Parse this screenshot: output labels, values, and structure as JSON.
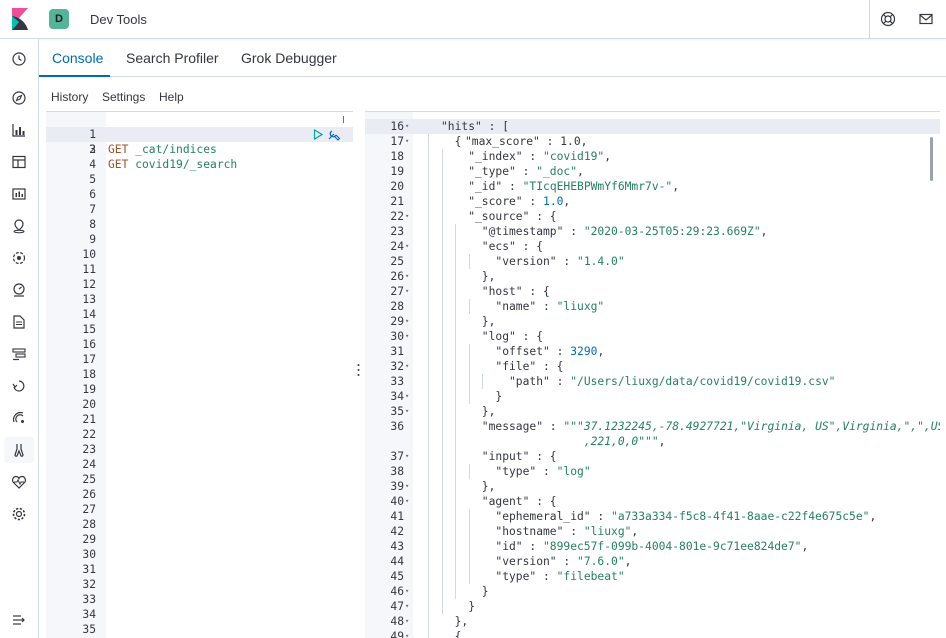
{
  "app": {
    "title": "Dev Tools",
    "space_badge": "D"
  },
  "tabs": [
    {
      "label": "Console",
      "active": true
    },
    {
      "label": "Search Profiler",
      "active": false
    },
    {
      "label": "Grok Debugger",
      "active": false
    }
  ],
  "subnav": {
    "history": "History",
    "settings": "Settings",
    "help": "Help"
  },
  "nav_icons": [
    "clock-icon",
    "compass-icon",
    "visualize-icon",
    "dashboard-icon",
    "canvas-icon",
    "maps-icon",
    "ml-icon",
    "metrics-icon",
    "logs-icon",
    "apm-icon",
    "uptime-icon",
    "siem-icon",
    "dev-tools-icon",
    "monitoring-icon",
    "gear-icon"
  ],
  "editor": {
    "lines": [
      {
        "n": "1",
        "method": "GET",
        "path": " _cat/indices"
      },
      {
        "n": "2",
        "method": "GET",
        "path": " covid19/_search"
      }
    ],
    "empty_lines": [
      "3",
      "4",
      "5",
      "6",
      "7",
      "8",
      "9",
      "10",
      "11",
      "12",
      "13",
      "14",
      "15",
      "16",
      "17",
      "18",
      "19",
      "20",
      "21",
      "22",
      "23",
      "24",
      "25",
      "26",
      "27",
      "28",
      "29",
      "30",
      "31",
      "32",
      "33",
      "34",
      "35"
    ]
  },
  "output": {
    "partial_top": "\"max_score\" : 1.0,",
    "lines": [
      {
        "n": "16",
        "fold": true,
        "indent": 0,
        "parts": [
          [
            "k",
            "\"hits\" : ["
          ]
        ]
      },
      {
        "n": "17",
        "fold": true,
        "indent": 1,
        "parts": [
          [
            "k",
            "{"
          ]
        ]
      },
      {
        "n": "18",
        "fold": false,
        "indent": 2,
        "parts": [
          [
            "k",
            "\"_index\" : "
          ],
          [
            "s",
            "\"covid19\""
          ],
          [
            "k",
            ","
          ]
        ]
      },
      {
        "n": "19",
        "fold": false,
        "indent": 2,
        "parts": [
          [
            "k",
            "\"_type\" : "
          ],
          [
            "s",
            "\"_doc\""
          ],
          [
            "k",
            ","
          ]
        ]
      },
      {
        "n": "20",
        "fold": false,
        "indent": 2,
        "parts": [
          [
            "k",
            "\"_id\" : "
          ],
          [
            "s",
            "\"TIcqEHEBPWmYf6Mmr7v-\""
          ],
          [
            "k",
            ","
          ]
        ]
      },
      {
        "n": "21",
        "fold": false,
        "indent": 2,
        "parts": [
          [
            "k",
            "\"_score\" : "
          ],
          [
            "n",
            "1.0"
          ],
          [
            "k",
            ","
          ]
        ]
      },
      {
        "n": "22",
        "fold": true,
        "indent": 2,
        "parts": [
          [
            "k",
            "\"_source\" : {"
          ]
        ]
      },
      {
        "n": "23",
        "fold": false,
        "indent": 3,
        "parts": [
          [
            "k",
            "\"@timestamp\" : "
          ],
          [
            "s",
            "\"2020-03-25T05:29:23.669Z\""
          ],
          [
            "k",
            ","
          ]
        ]
      },
      {
        "n": "24",
        "fold": true,
        "indent": 3,
        "parts": [
          [
            "k",
            "\"ecs\" : {"
          ]
        ]
      },
      {
        "n": "25",
        "fold": false,
        "indent": 4,
        "parts": [
          [
            "k",
            "\"version\" : "
          ],
          [
            "s",
            "\"1.4.0\""
          ]
        ]
      },
      {
        "n": "26",
        "fold": true,
        "indent": 3,
        "parts": [
          [
            "k",
            "},"
          ]
        ]
      },
      {
        "n": "27",
        "fold": true,
        "indent": 3,
        "parts": [
          [
            "k",
            "\"host\" : {"
          ]
        ]
      },
      {
        "n": "28",
        "fold": false,
        "indent": 4,
        "parts": [
          [
            "k",
            "\"name\" : "
          ],
          [
            "s",
            "\"liuxg\""
          ]
        ]
      },
      {
        "n": "29",
        "fold": true,
        "indent": 3,
        "parts": [
          [
            "k",
            "},"
          ]
        ]
      },
      {
        "n": "30",
        "fold": true,
        "indent": 3,
        "parts": [
          [
            "k",
            "\"log\" : {"
          ]
        ]
      },
      {
        "n": "31",
        "fold": false,
        "indent": 4,
        "parts": [
          [
            "k",
            "\"offset\" : "
          ],
          [
            "n",
            "3290"
          ],
          [
            "k",
            ","
          ]
        ]
      },
      {
        "n": "32",
        "fold": true,
        "indent": 4,
        "parts": [
          [
            "k",
            "\"file\" : {"
          ]
        ]
      },
      {
        "n": "33",
        "fold": false,
        "indent": 5,
        "parts": [
          [
            "k",
            "\"path\" : "
          ],
          [
            "s",
            "\"/Users/liuxg/data/covid19/covid19.csv\""
          ]
        ]
      },
      {
        "n": "34",
        "fold": true,
        "indent": 4,
        "parts": [
          [
            "k",
            "}"
          ]
        ]
      },
      {
        "n": "35",
        "fold": true,
        "indent": 3,
        "parts": [
          [
            "k",
            "},"
          ]
        ]
      },
      {
        "n": "36",
        "fold": false,
        "indent": 3,
        "parts": [
          [
            "k",
            "\"message\" : "
          ],
          [
            "it",
            "\"\"\"37.1232245,-78.4927721,\"Virginia, US\",Virginia,\",\",US"
          ]
        ]
      },
      {
        "n": "",
        "fold": false,
        "indent": 3,
        "parts": [
          [
            "it",
            "               ,221,0,0\"\"\""
          ],
          [
            "k",
            ","
          ]
        ]
      },
      {
        "n": "37",
        "fold": true,
        "indent": 3,
        "parts": [
          [
            "k",
            "\"input\" : {"
          ]
        ]
      },
      {
        "n": "38",
        "fold": false,
        "indent": 4,
        "parts": [
          [
            "k",
            "\"type\" : "
          ],
          [
            "s",
            "\"log\""
          ]
        ]
      },
      {
        "n": "39",
        "fold": true,
        "indent": 3,
        "parts": [
          [
            "k",
            "},"
          ]
        ]
      },
      {
        "n": "40",
        "fold": true,
        "indent": 3,
        "parts": [
          [
            "k",
            "\"agent\" : {"
          ]
        ]
      },
      {
        "n": "41",
        "fold": false,
        "indent": 4,
        "parts": [
          [
            "k",
            "\"ephemeral_id\" : "
          ],
          [
            "s",
            "\"a733a334-f5c8-4f41-8aae-c22f4e675c5e\""
          ],
          [
            "k",
            ","
          ]
        ]
      },
      {
        "n": "42",
        "fold": false,
        "indent": 4,
        "parts": [
          [
            "k",
            "\"hostname\" : "
          ],
          [
            "s",
            "\"liuxg\""
          ],
          [
            "k",
            ","
          ]
        ]
      },
      {
        "n": "43",
        "fold": false,
        "indent": 4,
        "parts": [
          [
            "k",
            "\"id\" : "
          ],
          [
            "s",
            "\"899ec57f-099b-4004-801e-9c71ee824de7\""
          ],
          [
            "k",
            ","
          ]
        ]
      },
      {
        "n": "44",
        "fold": false,
        "indent": 4,
        "parts": [
          [
            "k",
            "\"version\" : "
          ],
          [
            "s",
            "\"7.6.0\""
          ],
          [
            "k",
            ","
          ]
        ]
      },
      {
        "n": "45",
        "fold": false,
        "indent": 4,
        "parts": [
          [
            "k",
            "\"type\" : "
          ],
          [
            "s",
            "\"filebeat\""
          ]
        ]
      },
      {
        "n": "46",
        "fold": true,
        "indent": 3,
        "parts": [
          [
            "k",
            "}"
          ]
        ]
      },
      {
        "n": "47",
        "fold": true,
        "indent": 2,
        "parts": [
          [
            "k",
            "}"
          ]
        ]
      },
      {
        "n": "48",
        "fold": true,
        "indent": 1,
        "parts": [
          [
            "k",
            "},"
          ]
        ]
      },
      {
        "n": "49",
        "fold": true,
        "indent": 1,
        "parts": [
          [
            "k",
            "{"
          ]
        ]
      }
    ]
  }
}
